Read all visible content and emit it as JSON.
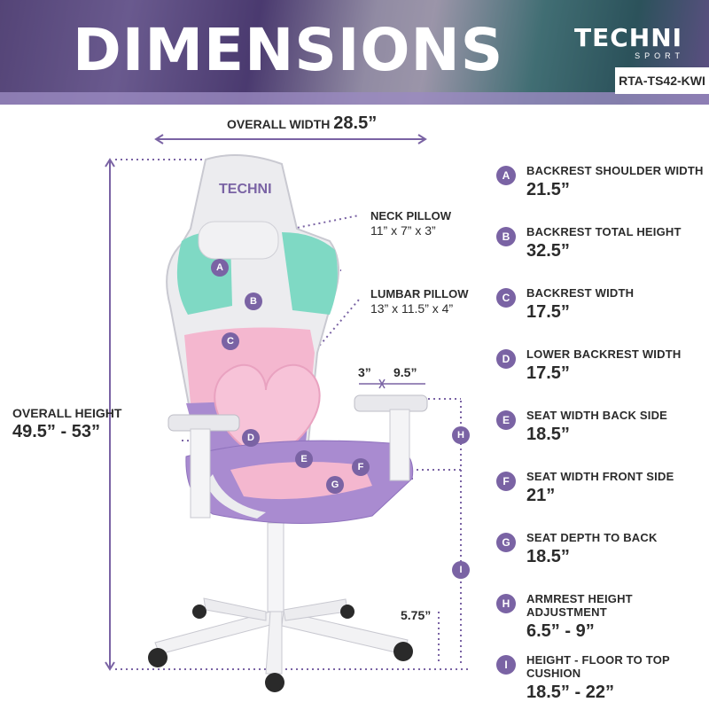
{
  "header": {
    "title": "DIMENSIONS",
    "brand": "TECHNI",
    "brand_sub": "SPORT",
    "model": "RTA-TS42-KWI"
  },
  "overall": {
    "width_label": "OVERALL WIDTH",
    "width_value": "28.5”",
    "height_label": "OVERALL HEIGHT",
    "height_value": "49.5” - 53”"
  },
  "callouts": {
    "neck_title": "NECK PILLOW",
    "neck_dims": "11” x 7” x 3”",
    "lumbar_title": "LUMBAR PILLOW",
    "lumbar_dims": "13” x 11.5” x 4”",
    "armrest_a": "3”",
    "armrest_b": "9.5”",
    "caster": "5.75”"
  },
  "chair_logo": "TECHNI",
  "specs": [
    {
      "letter": "A",
      "label": "BACKREST SHOULDER WIDTH",
      "value": "21.5”"
    },
    {
      "letter": "B",
      "label": "BACKREST TOTAL HEIGHT",
      "value": "32.5”"
    },
    {
      "letter": "C",
      "label": "BACKREST WIDTH",
      "value": "17.5”"
    },
    {
      "letter": "D",
      "label": "LOWER BACKREST WIDTH",
      "value": "17.5”"
    },
    {
      "letter": "E",
      "label": "SEAT WIDTH BACK SIDE",
      "value": "18.5”"
    },
    {
      "letter": "F",
      "label": "SEAT WIDTH FRONT SIDE",
      "value": "21”"
    },
    {
      "letter": "G",
      "label": "SEAT DEPTH TO BACK",
      "value": "18.5”"
    },
    {
      "letter": "H",
      "label": "ARMREST HEIGHT ADJUSTMENT",
      "value": "6.5” - 9”"
    },
    {
      "letter": "I",
      "label": "HEIGHT - FLOOR TO TOP CUSHION",
      "value": "18.5” - 22”"
    }
  ],
  "colors": {
    "accent": "#7a63a4",
    "mint": "#7fd9c4",
    "pink": "#f4b7cf",
    "lavender": "#a98bd0",
    "chair_white": "#ececef"
  }
}
